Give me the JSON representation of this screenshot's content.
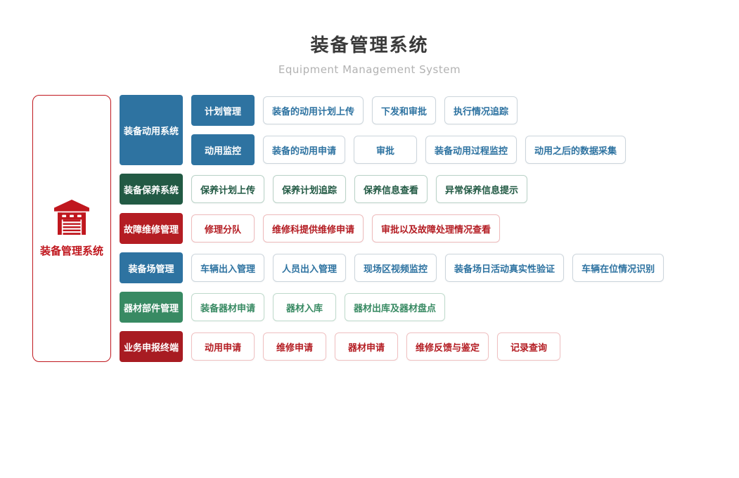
{
  "title": "装备管理系统",
  "subtitle": "Equipment Management System",
  "root": {
    "label": "装备管理系统",
    "icon": "garage-icon"
  },
  "colors": {
    "title": "#3a3a3a",
    "subtitle": "#b2b2b2",
    "root-red": "#c0171e",
    "blue": "#2e73a1",
    "blue-border": "#ccd5dc",
    "green-dark": "#225a44",
    "green-dark-border": "#b9d2c7",
    "red": "#b41d23",
    "red-border": "#eebbbc",
    "green": "#388a63",
    "green-border": "#bfdacc",
    "red-dark": "#a81c22",
    "red-dark-border": "#f0c0c1"
  },
  "modules": [
    {
      "label": "装备动用系统",
      "theme": "blue",
      "sub_rows": [
        {
          "label": "计划管理",
          "items": [
            "装备的动用计划上传",
            "下发和审批",
            "执行情况追踪"
          ]
        },
        {
          "label": "动用监控",
          "items": [
            "装备的动用申请",
            "审批",
            "装备动用过程监控",
            "动用之后的数据采集"
          ]
        }
      ]
    },
    {
      "label": "装备保养系统",
      "theme": "green-dark",
      "items": [
        "保养计划上传",
        "保养计划追踪",
        "保养信息查看",
        "异常保养信息提示"
      ]
    },
    {
      "label": "故障维修管理",
      "theme": "red",
      "items": [
        "修理分队",
        "维修科提供维修申请",
        "审批以及故障处理情况查看"
      ]
    },
    {
      "label": "装备场管理",
      "theme": "blue",
      "items": [
        "车辆出入管理",
        "人员出入管理",
        "现场区视频监控",
        "装备场日活动真实性验证",
        "车辆在位情况识别"
      ]
    },
    {
      "label": "器材部件管理",
      "theme": "green",
      "items": [
        "装备器材申请",
        "器材入库",
        "器材出库及器材盘点"
      ]
    },
    {
      "label": "业务申报终端",
      "theme": "red-dark",
      "items": [
        "动用申请",
        "维修申请",
        "器材申请",
        "维修反馈与鉴定",
        "记录查询"
      ]
    }
  ]
}
